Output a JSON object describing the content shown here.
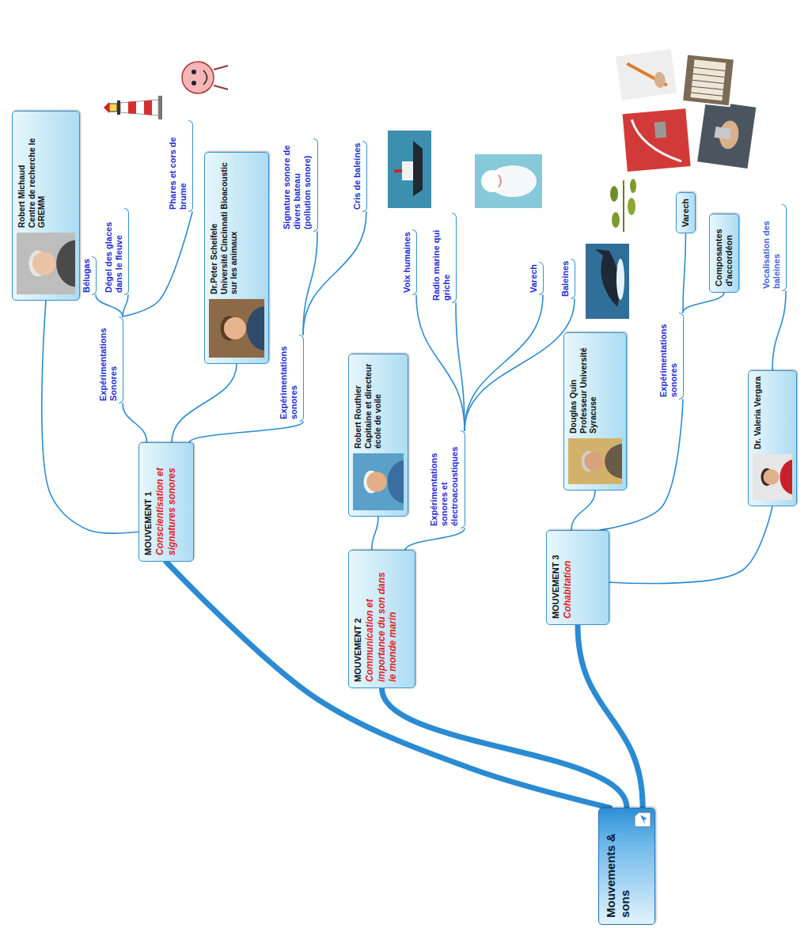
{
  "diagram": {
    "nodes": [
      {
        "text": [
          "Mouvements & sons"
        ]
      },
      {
        "text": [
          "MOUVEMENT 1",
          "Conscientisation et signatures sonores"
        ]
      },
      {
        "text": [
          "Robert Michaud",
          "Centre de recherche le GREMM"
        ]
      },
      {
        "text": [
          "Expérimentations Sonores"
        ]
      },
      {
        "text": [
          "Bélugas"
        ]
      },
      {
        "text": [
          "Dégel des glaces dans le fleuve"
        ]
      },
      {
        "text": [
          "Phares et cors de brume"
        ]
      },
      {
        "text": [
          "Dr.Peter Scheifele",
          "Université Cincinnati Bioacoustic sur les animaux"
        ]
      },
      {
        "text": [
          "Expérimentations sonores"
        ]
      },
      {
        "text": [
          "Signature sonore de divers bateau (pollution sonore)"
        ]
      },
      {
        "text": [
          "Cris de baleines"
        ]
      },
      {
        "text": [
          "MOUVEMENT 2",
          "Communication et importance du son dans le monde marin"
        ]
      },
      {
        "text": [
          "Robert Routhier",
          "Capitaine et directeur école de voile"
        ]
      },
      {
        "text": [
          "Expérimentations sonores et électroacoustiques"
        ]
      },
      {
        "text": [
          "Voix humaines"
        ]
      },
      {
        "text": [
          "Radio marine qui griche"
        ]
      },
      {
        "text": [
          "Varech"
        ]
      },
      {
        "text": [
          "Baleines"
        ]
      },
      {
        "text": [
          "MOUVEMENT 3",
          "Cohabitation"
        ]
      },
      {
        "text": [
          "Douglas Quin",
          "Professeur Université Syracuse"
        ]
      },
      {
        "text": [
          "Expérimentations sonores"
        ]
      },
      {
        "text": [
          "Varech"
        ]
      },
      {
        "text": [
          "Composantes d'accordéon"
        ]
      },
      {
        "text": [
          "Dr. Valeria Vergara"
        ]
      },
      {
        "text": [
          "Vocalisation des baleines"
        ]
      }
    ],
    "edges": [
      {
        "from": 0,
        "to": 1,
        "arrow": "none"
      },
      {
        "from": 0,
        "to": 11,
        "arrow": "none"
      },
      {
        "from": 0,
        "to": 18,
        "arrow": "none"
      },
      {
        "from": 1,
        "to": 2,
        "arrow": "none"
      },
      {
        "from": 1,
        "to": 3,
        "arrow": "none"
      },
      {
        "from": 3,
        "to": 4,
        "arrow": "none"
      },
      {
        "from": 3,
        "to": 5,
        "arrow": "none"
      },
      {
        "from": 3,
        "to": 6,
        "arrow": "none"
      },
      {
        "from": 1,
        "to": 7,
        "arrow": "none"
      },
      {
        "from": 1,
        "to": 8,
        "arrow": "none"
      },
      {
        "from": 8,
        "to": 9,
        "arrow": "none"
      },
      {
        "from": 8,
        "to": 10,
        "arrow": "none"
      },
      {
        "from": 11,
        "to": 12,
        "arrow": "none"
      },
      {
        "from": 11,
        "to": 13,
        "arrow": "none"
      },
      {
        "from": 13,
        "to": 14,
        "arrow": "none"
      },
      {
        "from": 13,
        "to": 15,
        "arrow": "none"
      },
      {
        "from": 13,
        "to": 16,
        "arrow": "none"
      },
      {
        "from": 13,
        "to": 17,
        "arrow": "none"
      },
      {
        "from": 18,
        "to": 19,
        "arrow": "none"
      },
      {
        "from": 18,
        "to": 20,
        "arrow": "none"
      },
      {
        "from": 20,
        "to": 21,
        "arrow": "none"
      },
      {
        "from": 20,
        "to": 22,
        "arrow": "none"
      },
      {
        "from": 18,
        "to": 23,
        "arrow": "none"
      },
      {
        "from": 23,
        "to": 24,
        "arrow": "none"
      }
    ]
  }
}
